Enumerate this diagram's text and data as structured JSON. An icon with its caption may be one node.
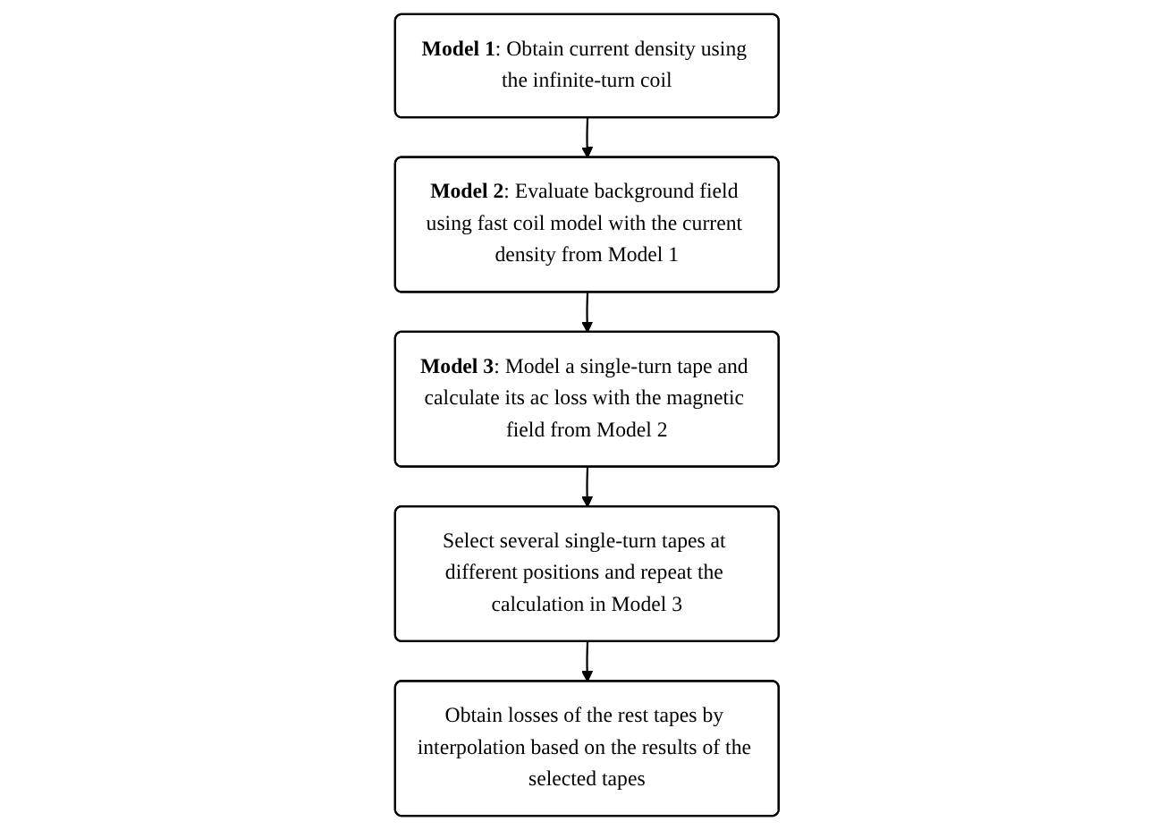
{
  "diagram": {
    "nodes": [
      {
        "text": [
          "**Model 1**: Obtain current density using the infinite-turn coil"
        ]
      },
      {
        "text": [
          "**Model 2**: Evaluate background field using fast coil model with the current density from Model 1"
        ]
      },
      {
        "text": [
          "**Model 3**: Model a single-turn tape and calculate its ac loss with the magnetic field from Model 2"
        ]
      },
      {
        "text": [
          "Select several single-turn tapes at different positions and repeat the calculation in Model 3"
        ]
      },
      {
        "text": [
          "Obtain losses of the rest tapes by interpolation based on the results of the selected tapes"
        ]
      }
    ],
    "edges": [
      {
        "from": 0,
        "to": 1,
        "arrow": "to"
      },
      {
        "from": 1,
        "to": 2,
        "arrow": "to"
      },
      {
        "from": 2,
        "to": 3,
        "arrow": "to"
      },
      {
        "from": 3,
        "to": 4,
        "arrow": "to"
      }
    ]
  }
}
